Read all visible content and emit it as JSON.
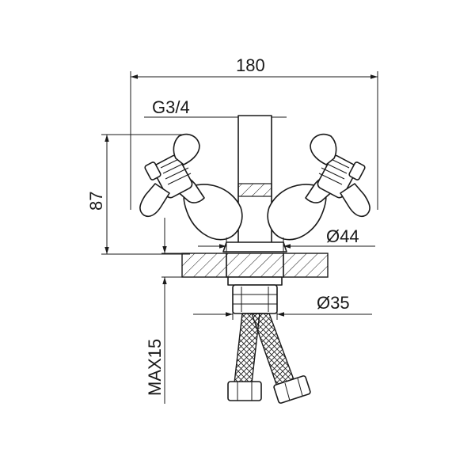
{
  "dimensions": {
    "overall_width": "180",
    "inlet_thread": "G3/4",
    "height": "87",
    "deck_hole_large": "Ø44",
    "deck_hole_small": "Ø35",
    "max_thickness": "MAX15"
  },
  "colors": {
    "line": "#1a1a1a",
    "background": "#ffffff"
  }
}
